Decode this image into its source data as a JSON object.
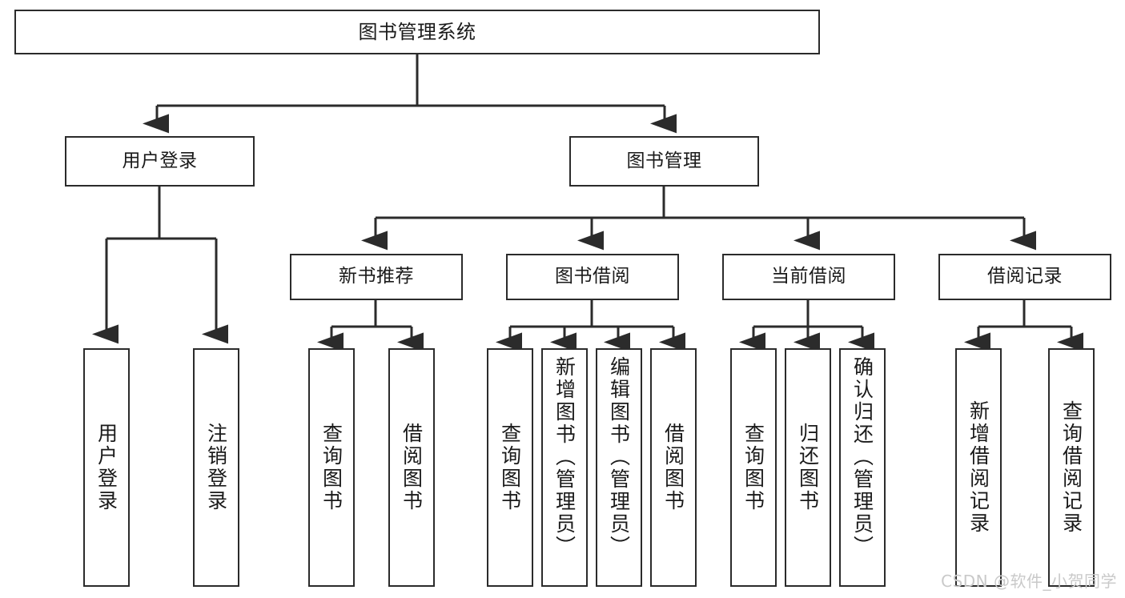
{
  "diagram": {
    "title": "图书管理系统",
    "type": "tree-hierarchy-chart",
    "stroke_color": "#2b2b2b",
    "fill_color": "#ffffff",
    "text_color": "#1a1a1a"
  },
  "nodes": {
    "root": {
      "label": "图书管理系统"
    },
    "level2": [
      {
        "id": "user-login",
        "label": "用户登录"
      },
      {
        "id": "book-manage",
        "label": "图书管理"
      }
    ],
    "level3": [
      {
        "id": "new-book-rec",
        "label": "新书推荐"
      },
      {
        "id": "book-borrow",
        "label": "图书借阅"
      },
      {
        "id": "current-borrow",
        "label": "当前借阅"
      },
      {
        "id": "borrow-record",
        "label": "借阅记录"
      }
    ],
    "leaves": {
      "user_login": [
        {
          "id": "leaf-user-login",
          "label": "用户登录"
        },
        {
          "id": "leaf-logout-login",
          "label": "注销登录"
        }
      ],
      "new_book_rec": [
        {
          "id": "leaf-query-book-1",
          "label": "查询图书"
        },
        {
          "id": "leaf-borrow-book-1",
          "label": "借阅图书"
        }
      ],
      "book_borrow": [
        {
          "id": "leaf-query-book-2",
          "label": "查询图书"
        },
        {
          "id": "leaf-add-book",
          "label": "新增图书（管理员）"
        },
        {
          "id": "leaf-edit-book",
          "label": "编辑图书（管理员）"
        },
        {
          "id": "leaf-borrow-book-2",
          "label": "借阅图书"
        }
      ],
      "current_borrow": [
        {
          "id": "leaf-query-book-3",
          "label": "查询图书"
        },
        {
          "id": "leaf-return-book",
          "label": "归还图书"
        },
        {
          "id": "leaf-confirm-return",
          "label": "确认归还（管理员）"
        }
      ],
      "borrow_record": [
        {
          "id": "leaf-add-record",
          "label": "新增借阅记录"
        },
        {
          "id": "leaf-query-record",
          "label": "查询借阅记录"
        }
      ]
    }
  },
  "watermark": {
    "text": "CSDN @软件_小贺同学"
  }
}
